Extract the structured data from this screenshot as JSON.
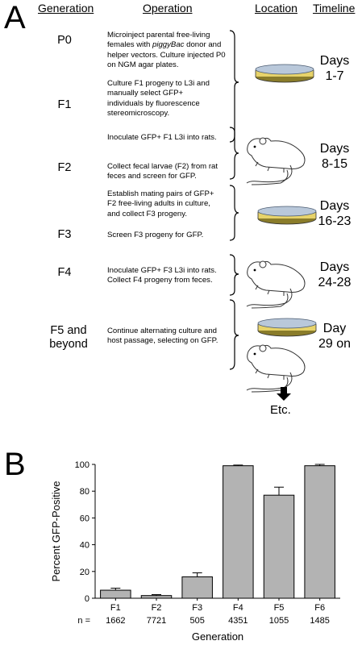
{
  "panel_a": {
    "label": "A",
    "headers": {
      "generation": "Generation",
      "operation": "Operation",
      "location": "Location",
      "timeline": "Timeline"
    },
    "generations": {
      "p0": "P0",
      "f1": "F1",
      "f2": "F2",
      "f3": "F3",
      "f4": "F4",
      "f5_line1": "F5 and",
      "f5_line2": "beyond"
    },
    "operations": {
      "op1_line1": "Microinject parental free-living",
      "op1_line2a": "females with ",
      "op1_line2b": "piggyBac",
      "op1_line2c": " donor and",
      "op1_line3": "helper vectors. Culture injected P0",
      "op1_line4": "on NGM agar plates.",
      "op2_line1": "Culture F1 progeny to L3i and",
      "op2_line2": "manually select GFP+",
      "op2_line3": "individuals by fluorescence",
      "op2_line4": "stereomicroscopy.",
      "op3": "Inoculate GFP+ F1 L3i into rats.",
      "op4_line1": "Collect fecal larvae (F2) from rat",
      "op4_line2": "feces and screen for GFP.",
      "op5_line1": "Establish mating pairs of GFP+",
      "op5_line2": "F2 free-living adults in culture,",
      "op5_line3": "and collect F3 progeny.",
      "op6": "Screen F3 progeny for GFP.",
      "op7_line1": "Inoculate GFP+ F3 L3i into rats.",
      "op7_line2": "Collect F4 progeny from feces.",
      "op8_line1": "Continue alternating culture and",
      "op8_line2": "host passage, selecting on GFP."
    },
    "timeline": {
      "t1a": "Days",
      "t1b": "1-7",
      "t2a": "Days",
      "t2b": "8-15",
      "t3a": "Days",
      "t3b": "16-23",
      "t4a": "Days",
      "t4b": "24-28",
      "t5a": "Day",
      "t5b": "29 on"
    },
    "etc": "Etc.",
    "icons": [
      "petri-dish-icon",
      "rat-icon",
      "down-arrow-icon"
    ],
    "colors": {
      "agar": "#e7d36a",
      "lid": "#b9c8da"
    }
  },
  "panel_b": {
    "label": "B",
    "n_prefix": "n = "
  },
  "chart_data": {
    "type": "bar",
    "categories": [
      "F1",
      "F2",
      "F3",
      "F4",
      "F5",
      "F6"
    ],
    "values": [
      6,
      2,
      16,
      99,
      77,
      99
    ],
    "errors": [
      1.5,
      0.7,
      3,
      0.5,
      6,
      1
    ],
    "n_values": [
      "1662",
      "7721",
      "505",
      "4351",
      "1055",
      "1485"
    ],
    "ylabel": "Percent GFP-Positive",
    "xlabel": "Generation",
    "ylim": [
      0,
      100
    ],
    "yticks": [
      0,
      20,
      40,
      60,
      80,
      100
    ],
    "bar_color": "#b3b3b3",
    "grid": false,
    "legend": "none"
  }
}
